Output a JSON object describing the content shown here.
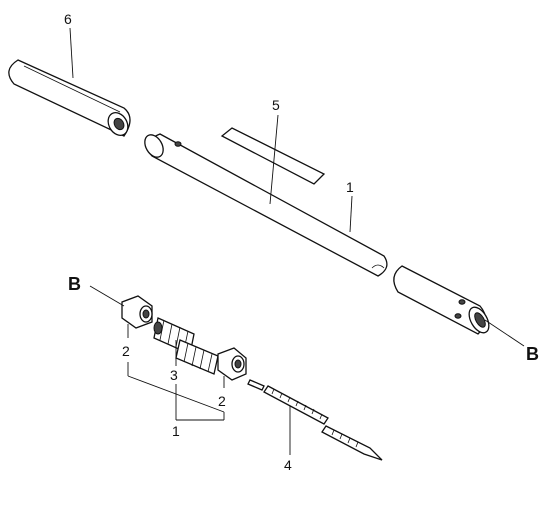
{
  "labels": {
    "part_6": "6",
    "part_5": "5",
    "part_1_shaft": "1",
    "part_1_bottom": "1",
    "part_2_left": "2",
    "part_2_right": "2",
    "part_3": "3",
    "part_4": "4",
    "b_left": "B",
    "b_right": "B"
  }
}
